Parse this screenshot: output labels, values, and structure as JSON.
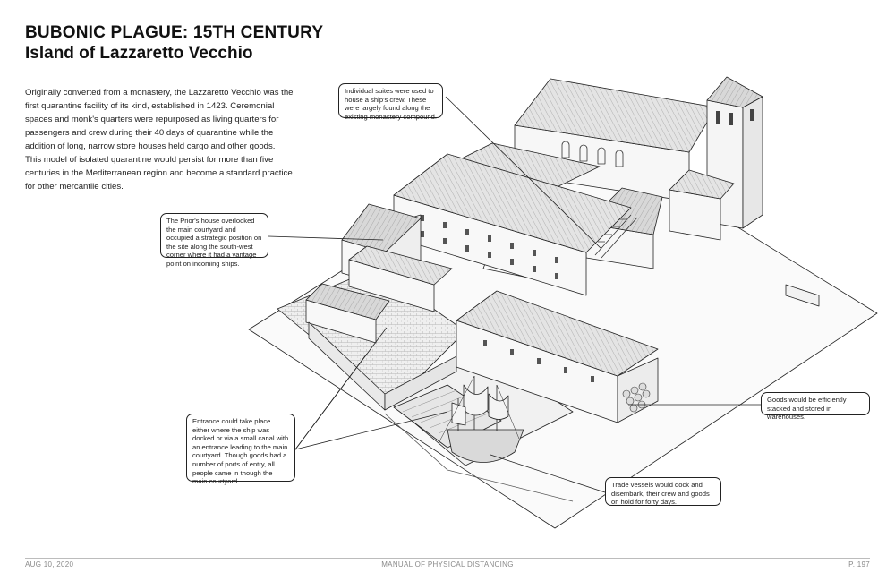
{
  "header": {
    "title": "BUBONIC PLAGUE: 15TH CENTURY",
    "subtitle": "Island of Lazzaretto Vecchio"
  },
  "intro": {
    "paragraph": "Originally converted from a monastery, the Lazzaretto Vecchio was the first quarantine facility of its kind, established in 1423. Ceremonial spaces and monk's quarters were repurposed as living quarters for passengers and crew during their 40 days of quarantine while the addition of long, narrow store houses held cargo and other goods.  This model of isolated quarantine would persist for more than five centuries in the Mediterranean region and become a standard practice for other mercantile cities."
  },
  "callouts": {
    "suites": "Individual suites were used to house a ship's crew. These were largely found along the existing monastery compound.",
    "priors_house": "The Prior's house overlooked the main courtyard and occupied a strategic position on the site along the south-west corner where it had a vantage point on incoming ships.",
    "goods": "Goods would be efficiently stacked and stored in warehouses.",
    "entrance": "Entrance could take place either where the ship was docked or via a small canal with an entrance leading to the main courtyard. Though goods had a number of ports of entry, all people came in though the main courtyard.",
    "trade": "Trade vessels would dock and disembark, their crew and goods on hold for forty days."
  },
  "footer": {
    "date": "AUG 10, 2020",
    "manual": "MANUAL OF PHYSICAL DISTANCING",
    "page": "P. 197"
  },
  "colors": {
    "ink": "#222222",
    "roof": "#e2e2e2",
    "wall": "#f7f7f7",
    "footer_text": "#8a8a8a"
  }
}
